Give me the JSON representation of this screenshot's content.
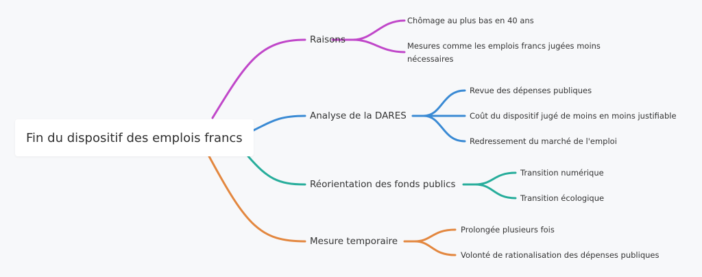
{
  "root": "Fin du dispositif des emplois francs",
  "colors": {
    "raisons": "#c047c9",
    "dares": "#3a8ad4",
    "fonds": "#27ad9b",
    "mesure": "#e3873f"
  },
  "branches": [
    {
      "label": "Raisons",
      "children": [
        "Chômage au plus bas en 40 ans",
        "Mesures comme les emplois francs jugées moins nécessaires"
      ]
    },
    {
      "label": "Analyse de la DARES",
      "children": [
        "Revue des dépenses publiques",
        "Coût du dispositif jugé de moins en moins justifiable",
        "Redressement du marché de l'emploi"
      ]
    },
    {
      "label": "Réorientation des fonds publics",
      "children": [
        "Transition numérique",
        "Transition écologique"
      ]
    },
    {
      "label": "Mesure temporaire",
      "children": [
        "Prolongée plusieurs fois",
        "Volonté de rationalisation des dépenses publiques"
      ]
    }
  ]
}
